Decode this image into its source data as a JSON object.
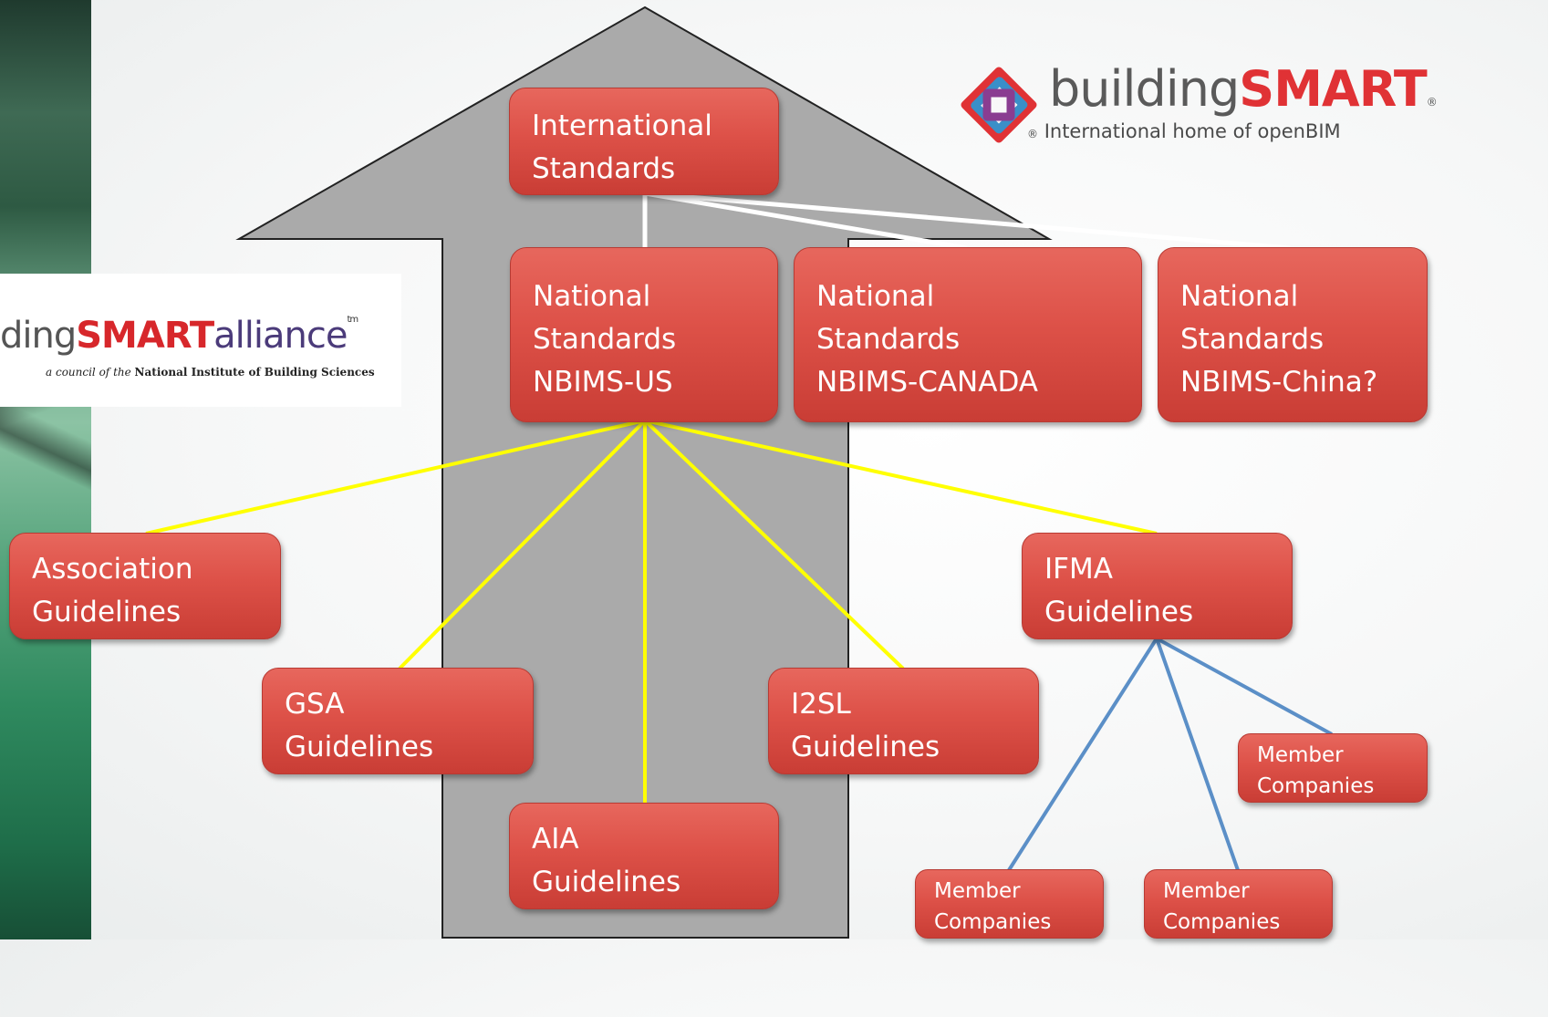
{
  "diagram": {
    "nodes": {
      "international": [
        "International",
        "Standards"
      ],
      "nbims_us": [
        "National",
        "Standards",
        "NBIMS-US"
      ],
      "nbims_canada": [
        "National",
        "Standards",
        "NBIMS-CANADA"
      ],
      "nbims_china": [
        "National",
        "Standards",
        "NBIMS-China?"
      ],
      "association": [
        "Association",
        "Guidelines"
      ],
      "gsa": [
        "GSA",
        "Guidelines"
      ],
      "aia": [
        "AIA",
        "Guidelines"
      ],
      "i2sl": [
        "I2SL",
        "Guidelines"
      ],
      "ifma": [
        "IFMA",
        "Guidelines"
      ],
      "member_1": [
        "Member",
        "Companies"
      ],
      "member_2": [
        "Member",
        "Companies"
      ],
      "member_3": [
        "Member",
        "Companies"
      ]
    },
    "edges": [
      {
        "from": "international",
        "to": "nbims_us",
        "color": "#ffffff"
      },
      {
        "from": "international",
        "to": "nbims_canada",
        "color": "#ffffff"
      },
      {
        "from": "international",
        "to": "nbims_china",
        "color": "#ffffff"
      },
      {
        "from": "nbims_us",
        "to": "association",
        "color": "#ffff00"
      },
      {
        "from": "nbims_us",
        "to": "gsa",
        "color": "#ffff00"
      },
      {
        "from": "nbims_us",
        "to": "aia",
        "color": "#ffff00"
      },
      {
        "from": "nbims_us",
        "to": "i2sl",
        "color": "#ffff00"
      },
      {
        "from": "nbims_us",
        "to": "ifma",
        "color": "#ffff00"
      },
      {
        "from": "ifma",
        "to": "member_1",
        "color": "#5b8fc7"
      },
      {
        "from": "ifma",
        "to": "member_2",
        "color": "#5b8fc7"
      },
      {
        "from": "ifma",
        "to": "member_3",
        "color": "#5b8fc7"
      }
    ]
  },
  "logos": {
    "buildingsmart": {
      "word_prefix": "building",
      "word_brand": "SMART",
      "registered": "®",
      "tagline": "International home of openBIM"
    },
    "alliance": {
      "word_prefix": "ding",
      "word_brand": "SMART",
      "word_suffix": "alliance",
      "trademark": "tm",
      "sub_italic": "a council of the",
      "sub_bold": "National Institute of Building Sciences"
    }
  },
  "colors": {
    "box_fill": "#dd5148",
    "arrow_fill": "#aaaaaa",
    "edge_white": "#ffffff",
    "edge_yellow": "#ffff00",
    "edge_blue": "#5b8fc7",
    "brand_red": "#e03235"
  }
}
